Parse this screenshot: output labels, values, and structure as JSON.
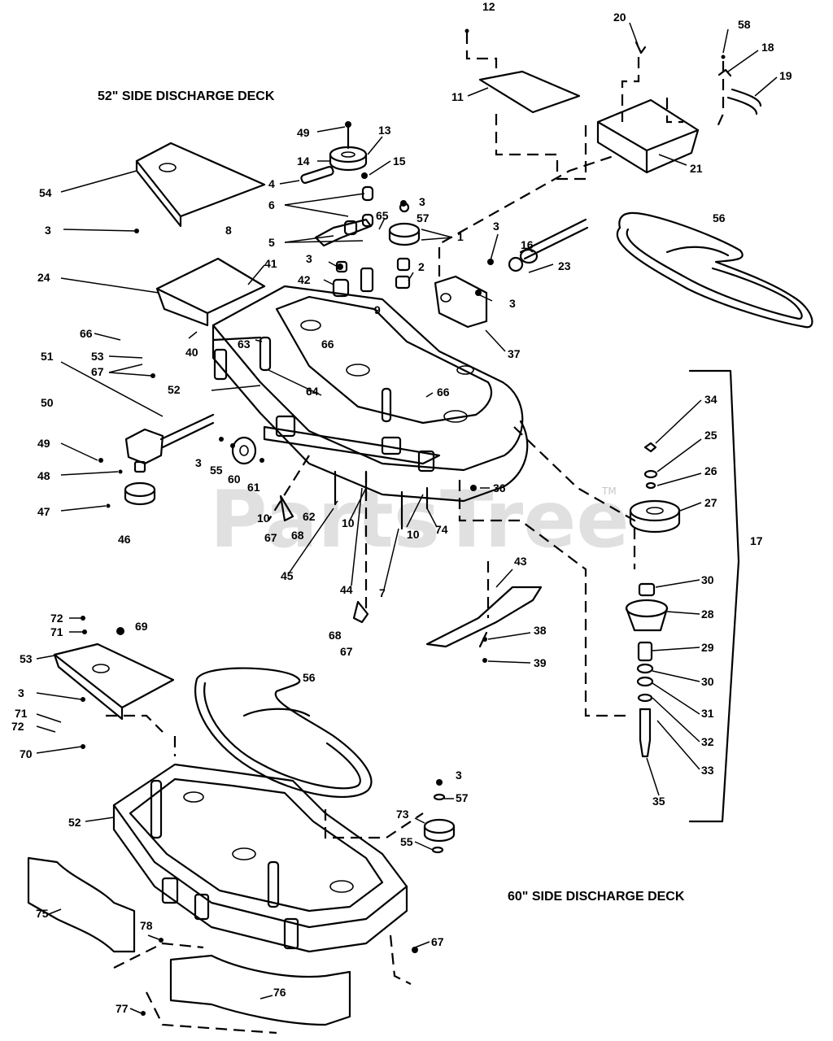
{
  "titles": {
    "deck52": "52\" SIDE DISCHARGE DECK",
    "deck60": "60\" SIDE DISCHARGE DECK"
  },
  "watermark": {
    "text": "PartsTree",
    "tm": "TM"
  },
  "colors": {
    "ink": "#000000",
    "watermark": "#c8c8c8",
    "paper": "#ffffff"
  },
  "callouts": [
    {
      "id": "c12",
      "label": "12"
    },
    {
      "id": "c20",
      "label": "20"
    },
    {
      "id": "c58",
      "label": "58"
    },
    {
      "id": "c18",
      "label": "18"
    },
    {
      "id": "c19",
      "label": "19"
    },
    {
      "id": "c11",
      "label": "11"
    },
    {
      "id": "c21",
      "label": "21"
    },
    {
      "id": "c49a",
      "label": "49"
    },
    {
      "id": "c13",
      "label": "13"
    },
    {
      "id": "c14",
      "label": "14"
    },
    {
      "id": "c15",
      "label": "15"
    },
    {
      "id": "c54",
      "label": "54"
    },
    {
      "id": "c4",
      "label": "4"
    },
    {
      "id": "c3a",
      "label": "3"
    },
    {
      "id": "c57a",
      "label": "57"
    },
    {
      "id": "c6",
      "label": "6"
    },
    {
      "id": "c65",
      "label": "65"
    },
    {
      "id": "c8",
      "label": "8"
    },
    {
      "id": "c1",
      "label": "1"
    },
    {
      "id": "c3b",
      "label": "3"
    },
    {
      "id": "c5",
      "label": "5"
    },
    {
      "id": "c3c",
      "label": "3"
    },
    {
      "id": "c16",
      "label": "16"
    },
    {
      "id": "c56a",
      "label": "56"
    },
    {
      "id": "c3d",
      "label": "3"
    },
    {
      "id": "c2",
      "label": "2"
    },
    {
      "id": "c23",
      "label": "23"
    },
    {
      "id": "c41",
      "label": "41"
    },
    {
      "id": "c24",
      "label": "24"
    },
    {
      "id": "c42",
      "label": "42"
    },
    {
      "id": "c9",
      "label": "9"
    },
    {
      "id": "c3e",
      "label": "3"
    },
    {
      "id": "c66a",
      "label": "66"
    },
    {
      "id": "c37",
      "label": "37"
    },
    {
      "id": "c63",
      "label": "63"
    },
    {
      "id": "c66b",
      "label": "66"
    },
    {
      "id": "c40",
      "label": "40"
    },
    {
      "id": "c53a",
      "label": "53"
    },
    {
      "id": "c67a",
      "label": "67"
    },
    {
      "id": "c51",
      "label": "51"
    },
    {
      "id": "c52a",
      "label": "52"
    },
    {
      "id": "c64",
      "label": "64"
    },
    {
      "id": "c66c",
      "label": "66"
    },
    {
      "id": "c34",
      "label": "34"
    },
    {
      "id": "c50",
      "label": "50"
    },
    {
      "id": "c25",
      "label": "25"
    },
    {
      "id": "c26",
      "label": "26"
    },
    {
      "id": "c49b",
      "label": "49"
    },
    {
      "id": "c3f",
      "label": "3"
    },
    {
      "id": "c55a",
      "label": "55"
    },
    {
      "id": "c48",
      "label": "48"
    },
    {
      "id": "c60",
      "label": "60"
    },
    {
      "id": "c61",
      "label": "61"
    },
    {
      "id": "c36",
      "label": "36"
    },
    {
      "id": "c27",
      "label": "27"
    },
    {
      "id": "c47",
      "label": "47"
    },
    {
      "id": "c62",
      "label": "62"
    },
    {
      "id": "c10a",
      "label": "10"
    },
    {
      "id": "c10b",
      "label": "10"
    },
    {
      "id": "c10c",
      "label": "10"
    },
    {
      "id": "c74",
      "label": "74"
    },
    {
      "id": "c46",
      "label": "46"
    },
    {
      "id": "c67b",
      "label": "67"
    },
    {
      "id": "c68a",
      "label": "68"
    },
    {
      "id": "c17",
      "label": "17"
    },
    {
      "id": "c43",
      "label": "43"
    },
    {
      "id": "c45",
      "label": "45"
    },
    {
      "id": "c44",
      "label": "44"
    },
    {
      "id": "c7",
      "label": "7"
    },
    {
      "id": "c30a",
      "label": "30"
    },
    {
      "id": "c28",
      "label": "28"
    },
    {
      "id": "c72a",
      "label": "72"
    },
    {
      "id": "c69",
      "label": "69"
    },
    {
      "id": "c71a",
      "label": "71"
    },
    {
      "id": "c68b",
      "label": "68"
    },
    {
      "id": "c38",
      "label": "38"
    },
    {
      "id": "c53b",
      "label": "53"
    },
    {
      "id": "c67c",
      "label": "67"
    },
    {
      "id": "c39",
      "label": "39"
    },
    {
      "id": "c29",
      "label": "29"
    },
    {
      "id": "c56b",
      "label": "56"
    },
    {
      "id": "c30b",
      "label": "30"
    },
    {
      "id": "c3g",
      "label": "3"
    },
    {
      "id": "c31",
      "label": "31"
    },
    {
      "id": "c71b",
      "label": "71"
    },
    {
      "id": "c72b",
      "label": "72"
    },
    {
      "id": "c32",
      "label": "32"
    },
    {
      "id": "c70",
      "label": "70"
    },
    {
      "id": "c33",
      "label": "33"
    },
    {
      "id": "c3h",
      "label": "3"
    },
    {
      "id": "c35",
      "label": "35"
    },
    {
      "id": "c57b",
      "label": "57"
    },
    {
      "id": "c73",
      "label": "73"
    },
    {
      "id": "c52b",
      "label": "52"
    },
    {
      "id": "c55b",
      "label": "55"
    },
    {
      "id": "c75",
      "label": "75"
    },
    {
      "id": "c78",
      "label": "78"
    },
    {
      "id": "c67d",
      "label": "67"
    },
    {
      "id": "c76",
      "label": "76"
    },
    {
      "id": "c77",
      "label": "77"
    }
  ]
}
